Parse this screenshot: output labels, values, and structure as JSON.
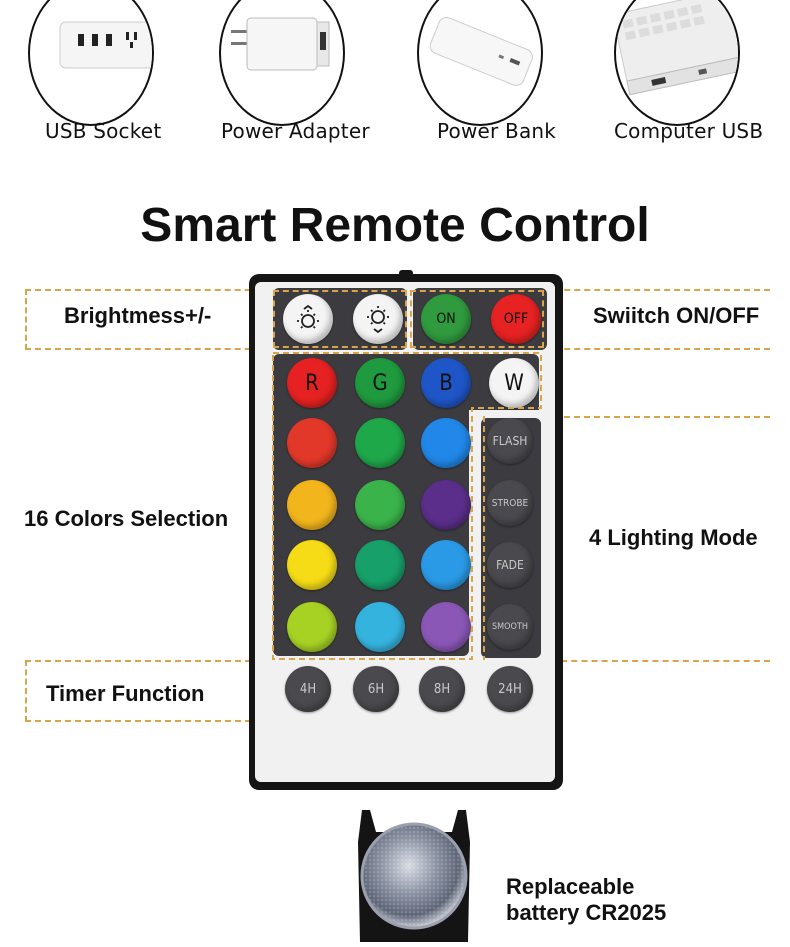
{
  "sources": [
    {
      "label": "USB Socket"
    },
    {
      "label": "Power Adapter"
    },
    {
      "label": "Power Bank"
    },
    {
      "label": "Computer USB"
    }
  ],
  "title": "Smart Remote Control",
  "callouts": {
    "brightness": "Brightmess+/-",
    "switch": "Swiitch ON/OFF",
    "colors": "16 Colors Selection",
    "modes": "4 Lighting Mode",
    "timer": "Timer Function",
    "battery_line1": "Replaceable",
    "battery_line2": "battery CR2025"
  },
  "remote": {
    "on": "ON",
    "off": "OFF",
    "rgbw": [
      "R",
      "G",
      "B",
      "W"
    ],
    "modes": [
      "FLASH",
      "STROBE",
      "FADE",
      "SMOOTH"
    ],
    "timers": [
      "4H",
      "6H",
      "8H",
      "24H"
    ],
    "colors": {
      "on": "#2f9a3e",
      "off": "#e62222",
      "row0": [
        "#e62121",
        "#1f9a3f",
        "#1f56c7"
      ],
      "grid": [
        [
          "#e2382a",
          "#1fa84a",
          "#2187e8"
        ],
        [
          "#f2b51c",
          "#3ab44a",
          "#5a2e8a"
        ],
        [
          "#f6dc16",
          "#17a06a",
          "#2a9ae6"
        ],
        [
          "#a7d224",
          "#35b3df",
          "#8a57b6"
        ]
      ]
    }
  }
}
